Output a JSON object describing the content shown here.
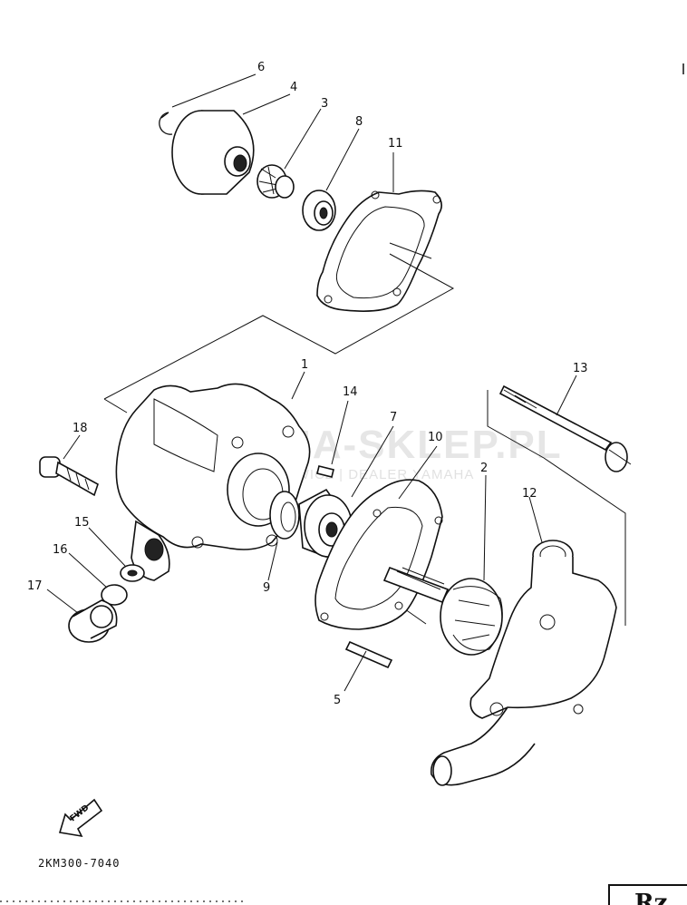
{
  "diagram": {
    "part_code": "2KM300-7040",
    "fwd_label": "FWD",
    "corner_label": "Rz",
    "watermark": {
      "brand": "YAMA-SKLEP.PL",
      "subline": "OŚCIEWICZ | DEALER YAMAHA",
      "color": "#c9c9c9",
      "logo": "yamaha-tuning-fork-logo"
    },
    "callouts": {
      "p1": "1",
      "p2": "2",
      "p3": "3",
      "p4": "4",
      "p5": "5",
      "p6": "6",
      "p7": "7",
      "p8": "8",
      "p9": "9",
      "p10": "10",
      "p11": "11",
      "p12": "12",
      "p13": "13",
      "p14": "14",
      "p15": "15",
      "p16": "16",
      "p17": "17",
      "p18": "18"
    }
  }
}
